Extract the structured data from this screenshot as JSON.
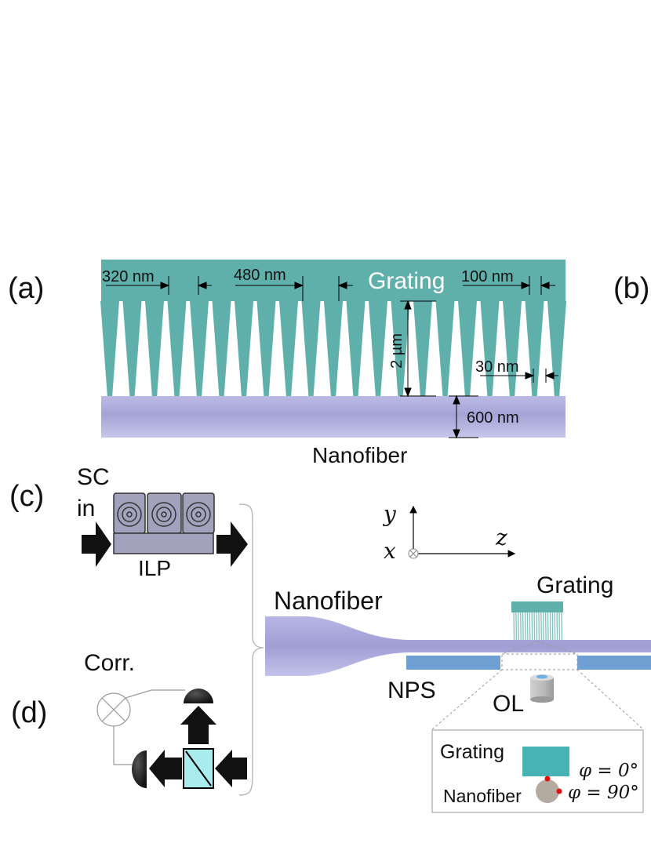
{
  "panels": {
    "a": "(a)",
    "b": "(b)",
    "c": "(c)",
    "d": "(d)"
  },
  "panel_a": {
    "period_left": "320 nm",
    "period_mid": "480 nm",
    "grating_label": "Grating",
    "period_right": "100 nm",
    "tooth_height": "2 µm",
    "tip_width": "30 nm",
    "fiber_diameter": "600 nm",
    "nanofiber_label": "Nanofiber"
  },
  "panel_c": {
    "source_label_line1": "SC",
    "source_label_line2": "in",
    "polarizer_label": "ILP"
  },
  "panel_d": {
    "correlator_label": "Corr."
  },
  "setup": {
    "axis_y": "y",
    "axis_x": "x",
    "axis_z": "z",
    "nanofiber_label": "Nanofiber",
    "grating_label": "Grating",
    "stage_label": "NPS",
    "objective_label": "OL"
  },
  "inset": {
    "grating_label": "Grating",
    "nanofiber_label": "Nanofiber",
    "phi_0": "φ = 0°",
    "phi_90": "φ = 90°"
  },
  "colors": {
    "grating": "#5fb0ab",
    "nanofiber": "#a9a8d6",
    "stage": "#6f9fd3",
    "beamsplitter": "#a8ecee",
    "detector": "#1c1c1c",
    "dipole": "#e01010"
  }
}
